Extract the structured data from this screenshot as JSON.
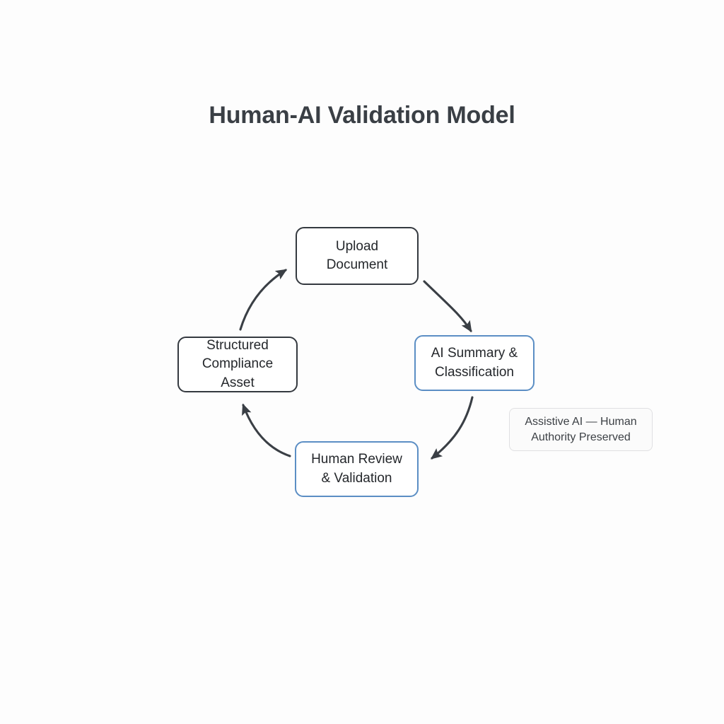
{
  "diagram": {
    "title": "Human-AI Validation Model",
    "type": "cycle-flow-diagram",
    "background_color": "#fdfdfd",
    "title_color": "#3a3f45",
    "palette": {
      "node_border_gray": "#34393f",
      "node_border_blue": "#5b8ec4",
      "node_fill": "#ffffff",
      "node_text": "#24272b",
      "arrow_color": "#3a3f45",
      "note_border": "#e0e0e2",
      "note_fill": "#fbfbfb",
      "note_text": "#3c4045"
    },
    "nodes": [
      {
        "id": "upload-document",
        "label": "Upload\nDocument",
        "position": "top",
        "accent": "gray"
      },
      {
        "id": "ai-summary-classification",
        "label": "AI Summary &\nClassification",
        "position": "right",
        "accent": "blue"
      },
      {
        "id": "human-review-validation",
        "label": "Human Review\n& Validation",
        "position": "bottom",
        "accent": "blue"
      },
      {
        "id": "structured-compliance-asset",
        "label": "Structured\nCompliance\nAsset",
        "position": "left",
        "accent": "gray"
      }
    ],
    "edges": [
      {
        "id": "edge-upload-to-ai",
        "from": "upload-document",
        "to": "ai-summary-classification",
        "style": "curved-arrow"
      },
      {
        "id": "edge-ai-to-human",
        "from": "ai-summary-classification",
        "to": "human-review-validation",
        "style": "curved-arrow"
      },
      {
        "id": "edge-human-to-asset",
        "from": "human-review-validation",
        "to": "structured-compliance-asset",
        "style": "curved-arrow"
      },
      {
        "id": "edge-asset-to-upload",
        "from": "structured-compliance-asset",
        "to": "upload-document",
        "style": "curved-arrow"
      }
    ],
    "annotation": {
      "id": "assistive-ai-note",
      "label": "Assistive AI — Human\nAuthority Preserved",
      "anchored_to": "ai-summary-classification"
    }
  }
}
